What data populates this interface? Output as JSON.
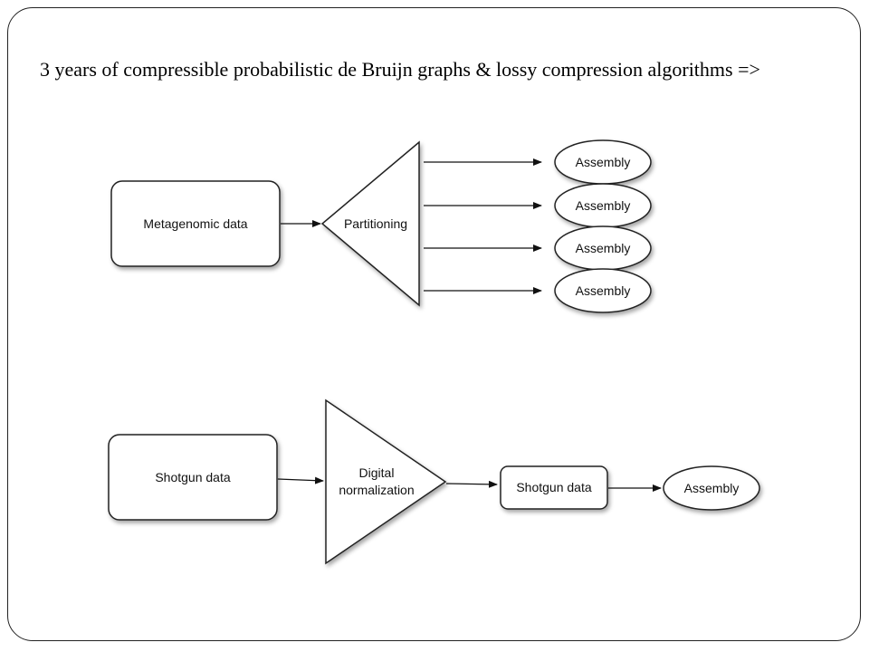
{
  "slide": {
    "title": "3 years of compressible probabilistic de Bruijn graphs & lossy compression algorithms =>"
  },
  "diagram_top": {
    "source": "Metagenomic data",
    "process": "Partitioning",
    "outputs": [
      "Assembly",
      "Assembly",
      "Assembly",
      "Assembly"
    ]
  },
  "diagram_bottom": {
    "source": "Shotgun data",
    "process_line1": "Digital",
    "process_line2": "normalization",
    "intermediate": "Shotgun data",
    "output": "Assembly"
  }
}
